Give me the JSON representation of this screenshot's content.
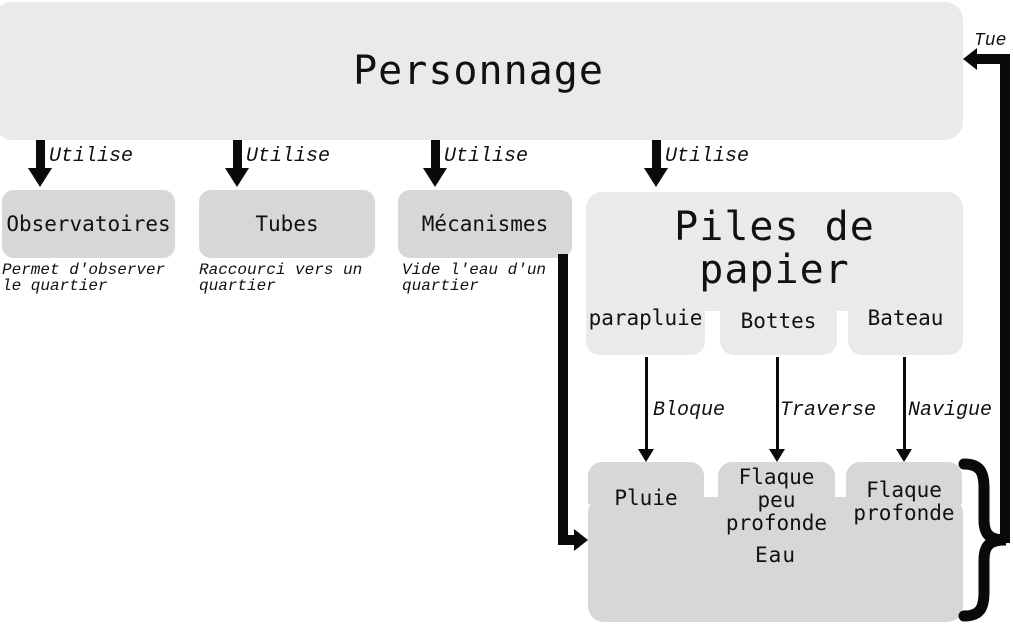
{
  "colors": {
    "box_light": "#e9eaea",
    "box_medium": "#d6d7d7",
    "line": "#0a0a0a",
    "text": "#111111",
    "bg": "#ffffff"
  },
  "nodes": {
    "personnage": {
      "label": "Personnage"
    },
    "observatoires": {
      "label": "Observatoires",
      "caption": "Permet d'observer\nle quartier"
    },
    "tubes": {
      "label": "Tubes",
      "caption": "Raccourci vers un\nquartier"
    },
    "mecanismes": {
      "label": "Mécanismes",
      "caption": "Vide l'eau d'un\nquartier"
    },
    "piles_de_papier": {
      "label": "Piles de\npapier",
      "children": [
        "parapluie",
        "Bottes",
        "Bateau"
      ]
    },
    "eau": {
      "label": "Eau",
      "children": [
        "Pluie",
        "Flaque\npeu\nprofonde",
        "Flaque\nprofonde"
      ]
    }
  },
  "edges": {
    "utilise_label": "Utilise",
    "bloque_label": "Bloque",
    "traverse_label": "Traverse",
    "navigue_label": "Navigue",
    "tue_label": "Tue"
  },
  "icons": {
    "group_brace": "right-curly-brace"
  }
}
